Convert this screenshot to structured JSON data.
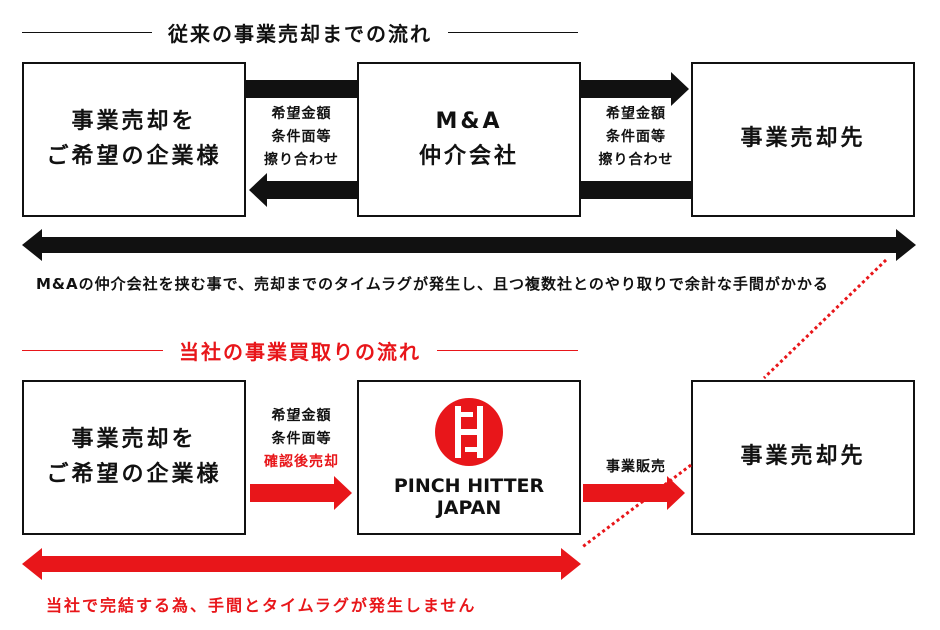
{
  "colors": {
    "black": "#111111",
    "red": "#e8161a"
  },
  "traditional": {
    "title": "従来の事業売却までの流れ",
    "seller_line1": "事業売却を",
    "seller_line2": "ご希望の企業様",
    "middle_line1": "M&A",
    "middle_line2": "仲介会社",
    "buyer": "事業売却先",
    "left_label": [
      "希望金額",
      "条件面等",
      "擦り合わせ"
    ],
    "right_label": [
      "希望金額",
      "条件面等",
      "擦り合わせ"
    ],
    "caption": "M&Aの仲介会社を挟む事で、売却までのタイムラグが発生し、且つ複数社とのやり取りで余計な手間がかかる"
  },
  "ours": {
    "title": "当社の事業買取りの流れ",
    "seller_line1": "事業売却を",
    "seller_line2": "ご希望の企業様",
    "logo_line1": "PINCH HITTER",
    "logo_line2": "JAPAN",
    "buyer": "事業売却先",
    "left_label": [
      "希望金額",
      "条件面等"
    ],
    "left_label_red": "確認後売却",
    "right_label": "事業販売",
    "caption": "当社で完結する為、手間とタイムラグが発生しません"
  }
}
